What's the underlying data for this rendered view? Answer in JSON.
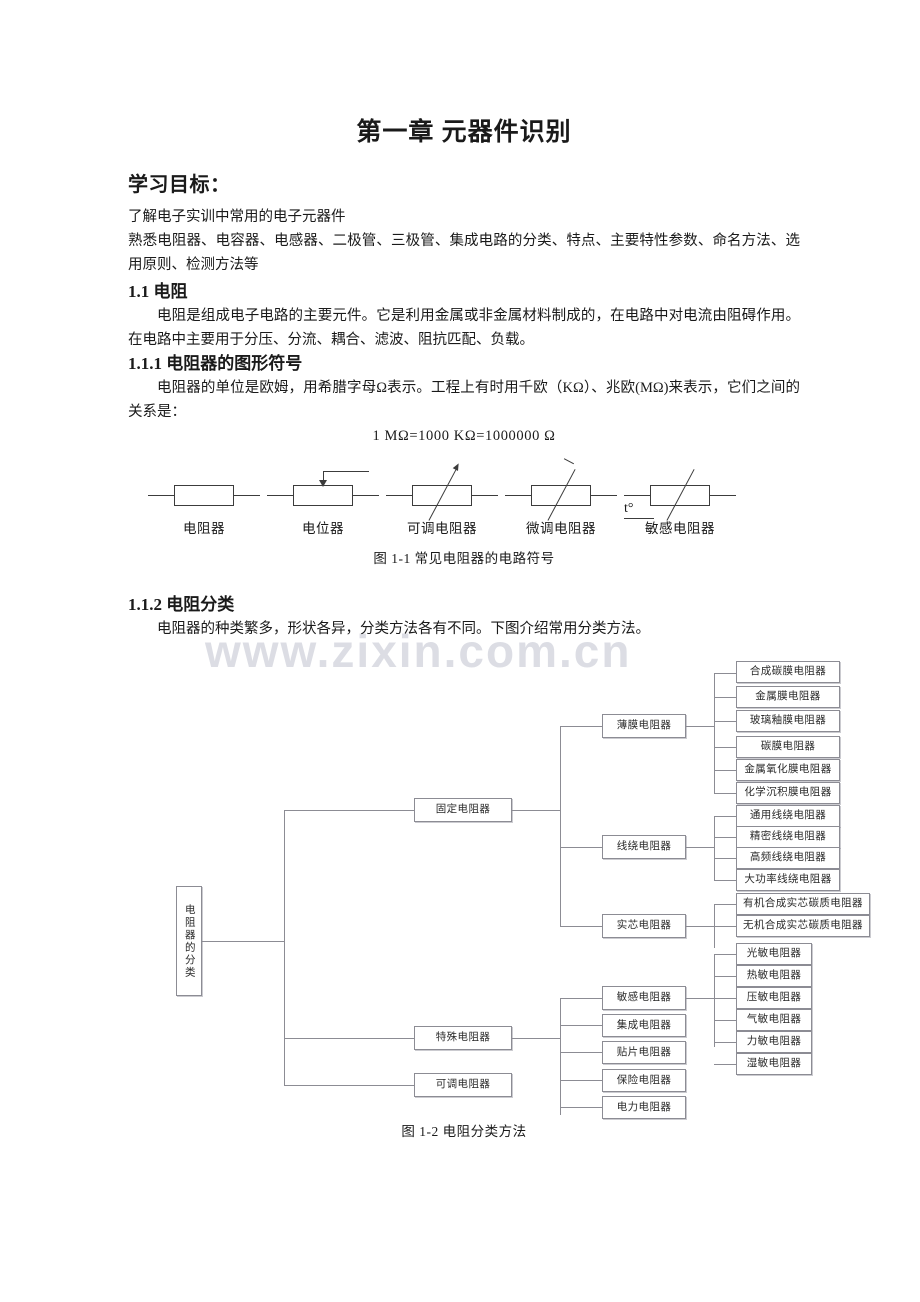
{
  "document": {
    "watermark": "www.zixin.com.cn",
    "chapter_title": "第一章  元器件识别",
    "goals_heading": "学习目标：",
    "goals_line1": "了解电子实训中常用的电子元器件",
    "goals_line2": "熟悉电阻器、电容器、电感器、二极管、三极管、集成电路的分类、特点、主要特性参数、命名方法、选用原则、检测方法等",
    "sec_1_1_heading": "1.1  电阻",
    "sec_1_1_body": "电阻是组成电子电路的主要元件。它是利用金属或非金属材料制成的，在电路中对电流由阻碍作用。在电路中主要用于分压、分流、耦合、滤波、阻抗匹配、负载。",
    "sec_1_1_1_heading": "1.1.1 电阻器的图形符号",
    "sec_1_1_1_body": "电阻器的单位是欧姆，用希腊字母Ω表示。工程上有时用千欧（KΩ）、兆欧(MΩ)来表示，它们之间的关系是：",
    "formula": "1 MΩ=1000 KΩ=1000000  Ω",
    "sec_1_1_2_heading": "1.1.2 电阻分类",
    "sec_1_1_2_body": "电阻器的种类繁多，形状各异，分类方法各有不同。下图介绍常用分类方法。"
  },
  "figure1": {
    "caption": "图 1-1  常见电阻器的电路符号",
    "symbols": [
      {
        "label": "电阻器",
        "icon": "resistor-symbol"
      },
      {
        "label": "电位器",
        "icon": "potentiometer-symbol"
      },
      {
        "label": "可调电阻器",
        "icon": "adjustable-resistor-symbol"
      },
      {
        "label": "微调电阻器",
        "icon": "trimmer-resistor-symbol"
      },
      {
        "label": "敏感电阻器",
        "icon": "sensitive-resistor-symbol"
      }
    ],
    "temperature_mark": "t°"
  },
  "figure2": {
    "caption": "图 1-2  电阻分类方法",
    "root": "电阻器的分类",
    "level1": [
      "固定电阻器",
      "特殊电阻器",
      "可调电阻器"
    ],
    "level2_fixed": [
      "薄膜电阻器",
      "线绕电阻器",
      "实芯电阻器"
    ],
    "level2_special": [
      "敏感电阻器",
      "集成电阻器",
      "贴片电阻器",
      "保险电阻器",
      "电力电阻器"
    ],
    "level3_film": [
      "合成碳膜电阻器",
      "金属膜电阻器",
      "玻璃釉膜电阻器",
      "碳膜电阻器",
      "金属氧化膜电阻器",
      "化学沉积膜电阻器"
    ],
    "level3_wirewound": [
      "通用线绕电阻器",
      "精密线绕电阻器",
      "高频线绕电阻器",
      "大功率线绕电阻器"
    ],
    "level3_solid": [
      "有机合成实芯碳质电阻器",
      "无机合成实芯碳质电阻器"
    ],
    "level3_sensitive": [
      "光敏电阻器",
      "热敏电阻器",
      "压敏电阻器",
      "气敏电阻器",
      "力敏电阻器",
      "湿敏电阻器"
    ]
  },
  "colors": {
    "text": "#1a1a1a",
    "node_border": "#8c8c94",
    "symbol_stroke": "#3c3c3c",
    "watermark": "#d6d8e0"
  }
}
